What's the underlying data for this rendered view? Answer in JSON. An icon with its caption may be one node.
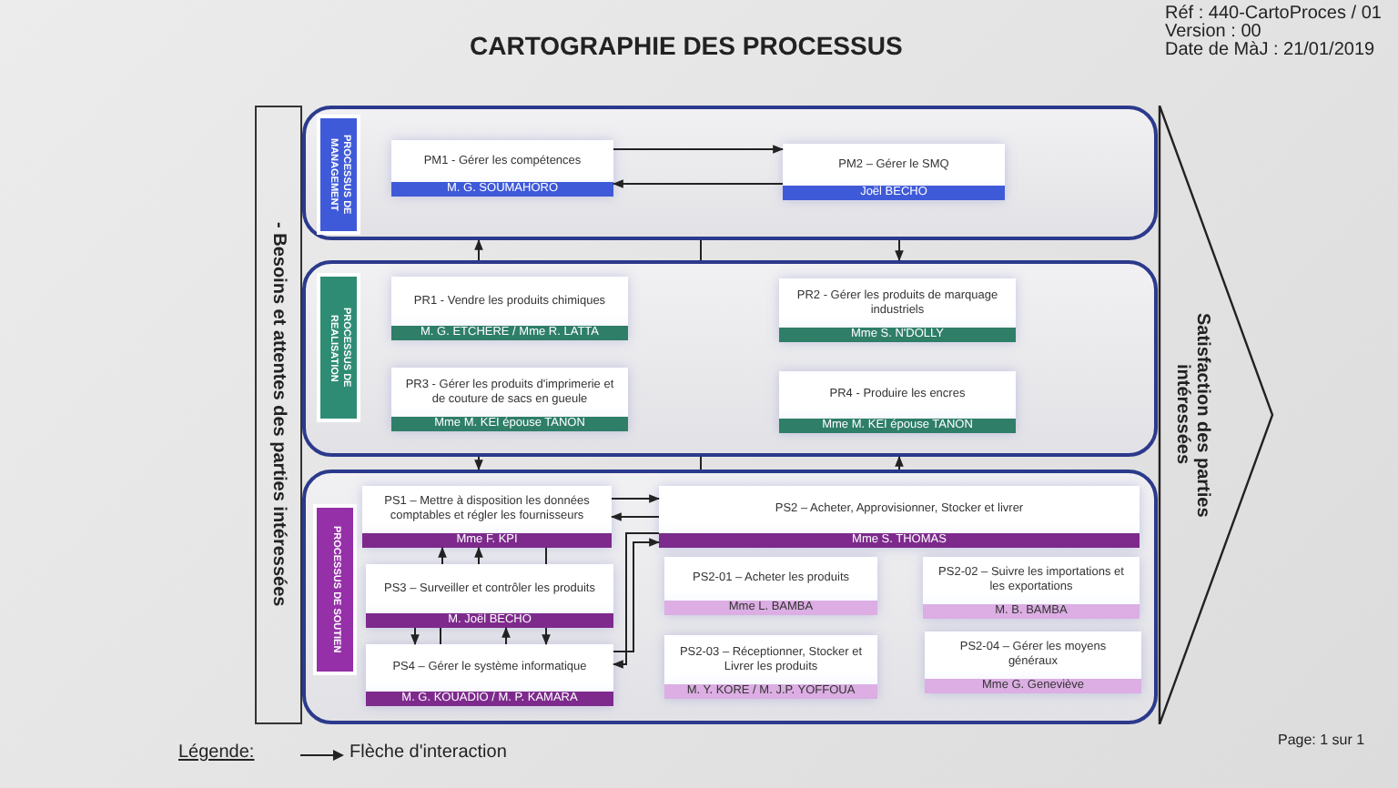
{
  "diagram": {
    "title": "CARTOGRAPHIE DES PROCESSUS",
    "nodes": [
      {
        "text": [
          "- Besoins et attentes des parties intéressées"
        ]
      },
      {
        "text": [
          "PROCESSUS DE MANAGEMENT"
        ]
      },
      {
        "text": [
          "PM1 - Gérer les compétences",
          "M. G. SOUMAHORO"
        ],
        "in": 1
      },
      {
        "text": [
          "PM2 – Gérer le SMQ",
          "Joël BECHO"
        ],
        "in": 1
      },
      {
        "text": [
          "PROCESSUS DE REALISATION"
        ]
      },
      {
        "text": [
          "PR1 - Vendre les produits chimiques",
          "M. G. ETCHERE / Mme R. LATTA"
        ],
        "in": 4
      },
      {
        "text": [
          "PR2 - Gérer les produits de marquage industriels",
          "Mme S. N'DOLLY"
        ],
        "in": 4
      },
      {
        "text": [
          "PR3 - Gérer les produits d'imprimerie et de couture de sacs en gueule",
          "Mme M. KEI épouse TANON"
        ],
        "in": 4
      },
      {
        "text": [
          "PR4 - Produire les encres",
          "Mme M. KEI épouse TANON"
        ],
        "in": 4
      },
      {
        "text": [
          "PROCESSUS DE SOUTIEN"
        ]
      },
      {
        "text": [
          "PS1 – Mettre à disposition les données comptables et régler les fournisseurs",
          "Mme F. KPI"
        ],
        "in": 9
      },
      {
        "text": [
          "PS3 – Surveiller et contrôler les produits",
          "M. Joël BECHO"
        ],
        "in": 9
      },
      {
        "text": [
          "PS4 – Gérer le système informatique",
          "M. G. KOUADIO / M. P. KAMARA"
        ],
        "in": 9
      },
      {
        "text": [
          "PS2 – Acheter, Approvisionner, Stocker et livrer",
          "Mme S. THOMAS"
        ],
        "in": 9
      },
      {
        "text": [
          "PS2-01 – Acheter les produits",
          "Mme L. BAMBA"
        ],
        "in": 9
      },
      {
        "text": [
          "PS2-02 – Suivre les importations et les exportations",
          "M. B. BAMBA"
        ],
        "in": 9
      },
      {
        "text": [
          "PS2-03 – Réceptionner, Stocker et Livrer les produits",
          "M. Y. KORE / M. J.P. YOFFOUA"
        ],
        "in": 9
      },
      {
        "text": [
          "PS2-04 – Gérer les moyens généraux",
          "Mme G. Geneviève"
        ],
        "in": 9
      },
      {
        "text": [
          "Satisfaction des parties intéressées"
        ]
      }
    ],
    "edges": [
      {
        "from": 2,
        "to": 3,
        "arrow": "to"
      },
      {
        "from": 3,
        "to": 2,
        "arrow": "to"
      },
      {
        "from": 4,
        "to": 1,
        "arrow": "to"
      },
      {
        "from": 1,
        "to": 4,
        "arrow": "none"
      },
      {
        "from": 1,
        "to": 4,
        "arrow": "to"
      },
      {
        "from": 4,
        "to": 9,
        "arrow": "to"
      },
      {
        "from": 4,
        "to": 9,
        "arrow": "none"
      },
      {
        "from": 9,
        "to": 4,
        "arrow": "to"
      },
      {
        "from": 10,
        "to": 13,
        "arrow": "to"
      },
      {
        "from": 13,
        "to": 10,
        "arrow": "to"
      },
      {
        "from": 11,
        "to": 10,
        "arrow": "to"
      },
      {
        "from": 11,
        "to": 10,
        "arrow": "to"
      },
      {
        "from": 10,
        "to": 11,
        "arrow": "none"
      },
      {
        "from": 11,
        "to": 12,
        "arrow": "to"
      },
      {
        "from": 11,
        "to": 12,
        "arrow": "none"
      },
      {
        "from": 12,
        "to": 11,
        "arrow": "to"
      },
      {
        "from": 11,
        "to": 12,
        "arrow": "to"
      },
      {
        "from": 12,
        "to": 13,
        "arrow": "to"
      },
      {
        "from": 13,
        "to": 12,
        "arrow": "to"
      }
    ],
    "labels": [
      "Réf : 440-CartoProces / 01",
      "Version : 00",
      "Date de MàJ : 21/01/2019",
      "Légende:",
      "Page: 1 sur 1"
    ],
    "legend": [
      {
        "text": "Flèche d'interaction"
      }
    ]
  }
}
